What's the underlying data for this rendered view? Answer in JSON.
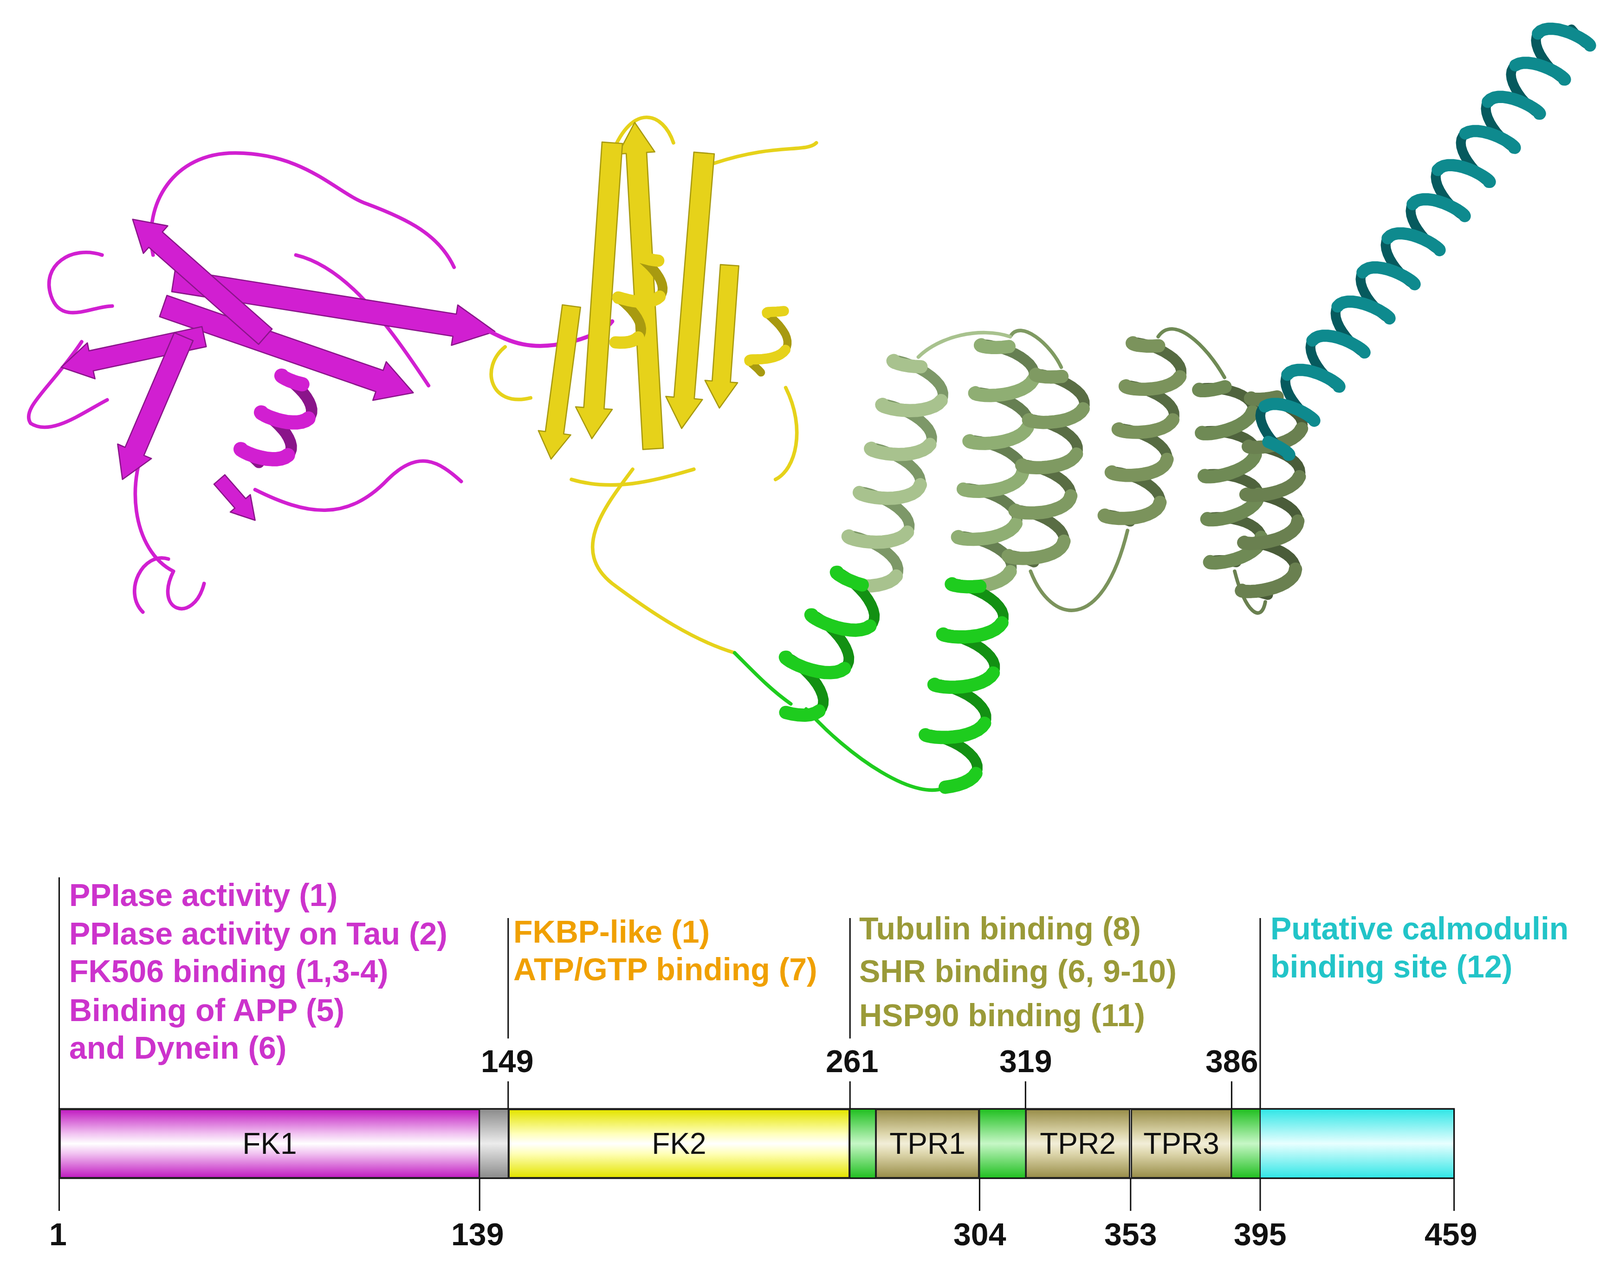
{
  "diagram": {
    "nodes": [
      {
        "text": [
          "FK1"
        ]
      },
      {
        "text": [
          "FK2"
        ]
      },
      {
        "text": [
          "TPR1"
        ]
      },
      {
        "text": [
          "TPR2"
        ]
      },
      {
        "text": [
          "TPR3"
        ]
      }
    ],
    "labels": [
      "PPIase activity (1)",
      "PPIase activity on Tau (2)",
      "FK506 binding (1,3-4)",
      "Binding of APP (5)",
      "and Dynein (6)",
      "FKBP-like (1)",
      "ATP/GTP binding (7)",
      "Tubulin binding (8)",
      "SHR binding (6, 9-10)",
      "HSP90 binding (11)",
      "Putative calmodulin binding site (12)",
      "149",
      "261",
      "319",
      "386",
      "1",
      "139",
      "304",
      "353",
      "395",
      "459"
    ]
  }
}
